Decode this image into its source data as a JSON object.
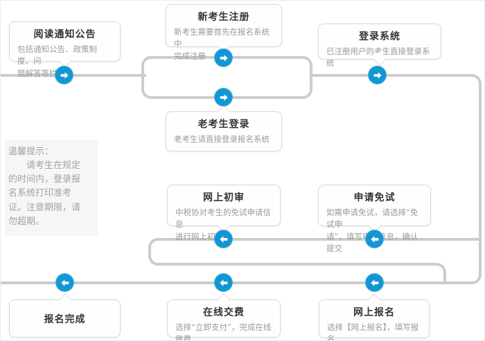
{
  "colors": {
    "line_gray": "#cccccc",
    "arrow_blue": "#1397d4",
    "node_border": "#d9d9d9",
    "title_text": "#333333",
    "body_text": "#9a9a9a"
  },
  "icons": {
    "arrow_right": "arrow-right-icon",
    "arrow_left": "arrow-left-icon"
  },
  "nodes": [
    {
      "id": "read-notice",
      "title": "阅读通知公告",
      "body": "包括通知公告、政策制度、问\n题解答等栏目"
    },
    {
      "id": "new-register",
      "title": "新考生注册",
      "body": "新考生需要首先在报名系统中\n完成注册"
    },
    {
      "id": "login-system",
      "title": "登录系统",
      "body": "已注册用户的考生直接登录系统"
    },
    {
      "id": "old-login",
      "title": "老考生登录",
      "body": "老考生请直接登录报名系统"
    },
    {
      "id": "online-review",
      "title": "网上初审",
      "body": "中税协对考生的免试申请信息\n进行网上初审"
    },
    {
      "id": "apply-exemption",
      "title": "申请免试",
      "body": "如需申请免试，请选择“免试申\n请”，填写申请信息，确认提交"
    },
    {
      "id": "register-done",
      "title": "报名完成",
      "body": ""
    },
    {
      "id": "pay-online",
      "title": "在线交费",
      "body": "选择“立即支付”，完成在线缴费"
    },
    {
      "id": "register-online",
      "title": "网上报名",
      "body": "选择【网上报名】，填写报名\n信息，确认提交"
    }
  ],
  "tip": {
    "title": "温馨提示：",
    "body": "请考生在规定\n的时间内，登录报\n名系统打印准考\n证。注意期限，请\n勿超期。"
  }
}
